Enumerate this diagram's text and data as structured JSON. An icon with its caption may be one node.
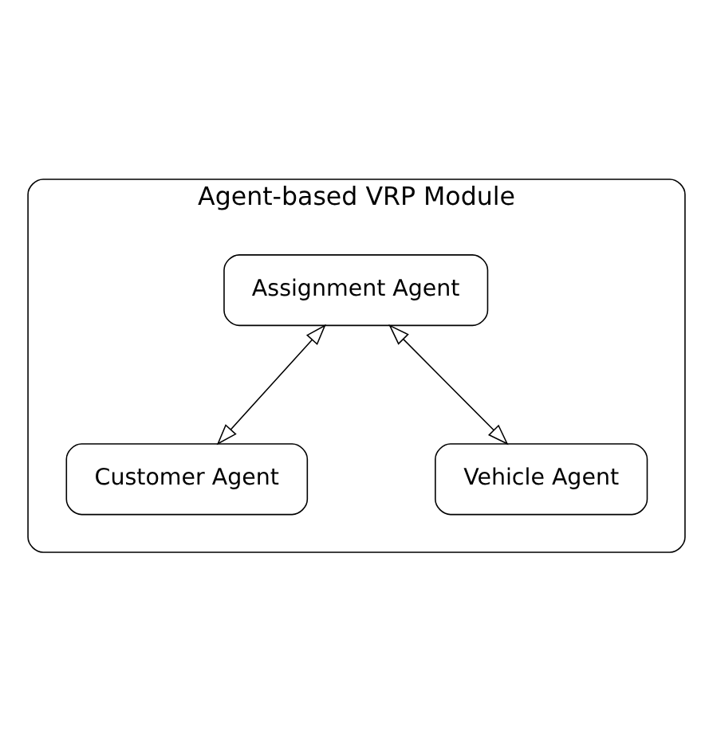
{
  "diagram": {
    "nodes": [
      {
        "text": [
          "Agent-based VRP Module"
        ]
      },
      {
        "text": [
          "Assignment Agent"
        ],
        "in": 0
      },
      {
        "text": [
          "Customer Agent"
        ],
        "in": 0
      },
      {
        "text": [
          "Vehicle Agent"
        ],
        "in": 0
      }
    ],
    "edges": [
      {
        "from": 1,
        "to": 2,
        "arrow": "both"
      },
      {
        "from": 1,
        "to": 3,
        "arrow": "both"
      }
    ]
  }
}
